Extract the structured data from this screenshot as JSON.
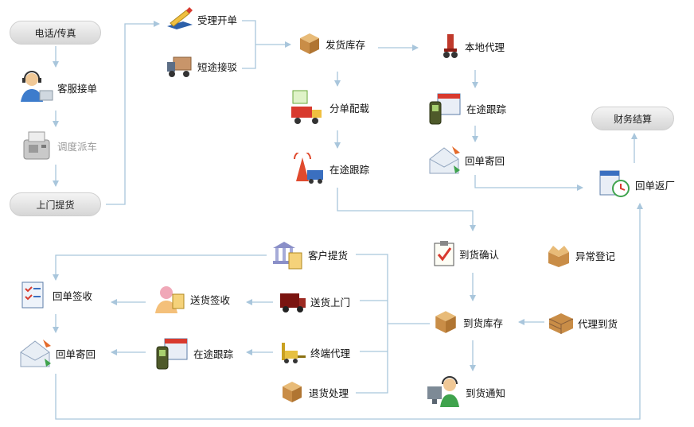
{
  "pills": {
    "phone_fax": "电话/传真",
    "pickup": "上门提货",
    "finance": "财务结算"
  },
  "nodes": {
    "cs_order": "客服接单",
    "dispatch": "调度派车",
    "accept_order": "受理开单",
    "short_haul": "短途接驳",
    "ship_stock": "发货库存",
    "local_agent": "本地代理",
    "split_load": "分单配载",
    "in_transit_1": "在途跟踪",
    "in_transit_2": "在途跟踪",
    "receipt_return_1": "回单寄回",
    "receipt_back": "回单返厂",
    "arrival_confirm": "到货确认",
    "exception_log": "异常登记",
    "customer_pickup": "客户提货",
    "receipt_sign": "回单签收",
    "delivery_sign": "送货签收",
    "door_delivery": "送货上门",
    "arrival_stock": "到货库存",
    "agent_arrival": "代理到货",
    "receipt_return_2": "回单寄回",
    "in_transit_3": "在途跟踪",
    "terminal_agent": "终端代理",
    "return_handling": "退货处理",
    "arrival_notice": "到货通知"
  },
  "colors": {
    "connector": "#a9c6dc",
    "pill_top": "#f4f4f4",
    "pill_bottom": "#d6d6d6",
    "box": "#d9a35a",
    "red": "#d83a2e",
    "blue": "#3a6fc0"
  },
  "icons": {
    "cs_order": "headset-agent-icon",
    "dispatch": "fax-machine-icon",
    "accept_order": "pen-form-icon",
    "short_haul": "truck-icon",
    "ship_stock": "box-icon",
    "local_agent": "hand-truck-icon",
    "split_load": "delivery-truck-icon",
    "in_transit": "mobile-phone-icon",
    "in_transit_radar": "radio-tower-truck-icon",
    "receipt_return": "envelope-icon",
    "receipt_back": "document-clock-icon",
    "arrival_confirm": "clipboard-check-icon",
    "exception_log": "open-box-icon",
    "customer_pickup": "bank-document-icon",
    "receipt_sign": "checklist-icon",
    "delivery_sign": "person-document-icon",
    "door_delivery": "van-icon",
    "arrival_stock": "box-icon",
    "agent_arrival": "stacked-boxes-icon",
    "terminal_agent": "forklift-icon",
    "return_handling": "box-icon",
    "arrival_notice": "service-agent-icon"
  }
}
